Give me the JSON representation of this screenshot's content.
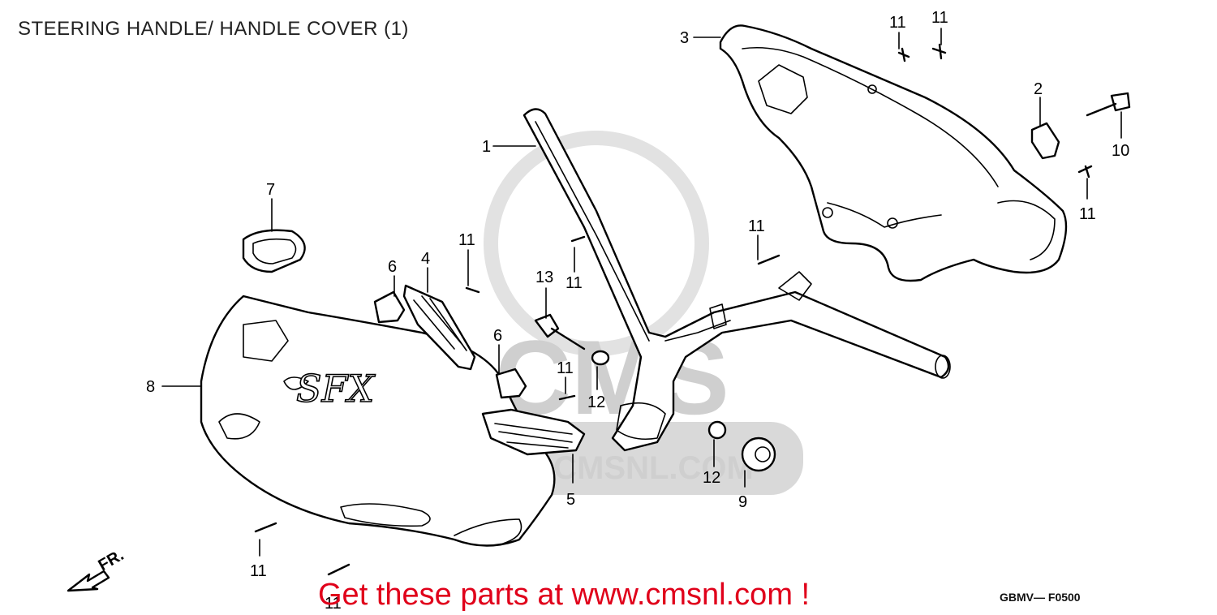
{
  "title": "STEERING HANDLE/ HANDLE COVER (1)",
  "cta": "Get these parts at www.cmsnl.com !",
  "diagram_code": "GBMV— F0500",
  "direction_label": "FR.",
  "logo_text": "SFX",
  "watermark": "CMS",
  "watermark_url": "WWW.CMSNL.COM",
  "labels": {
    "l1": "1",
    "l2": "2",
    "l3": "3",
    "l4": "4",
    "l5": "5",
    "l6a": "6",
    "l6b": "6",
    "l7": "7",
    "l8": "8",
    "l9": "9",
    "l10": "10",
    "l11a": "11",
    "l11b": "11",
    "l11c": "11",
    "l11d": "11",
    "l11e": "11",
    "l11f": "11",
    "l11g": "11",
    "l11h": "11",
    "l11i": "11",
    "l12a": "12",
    "l12b": "12",
    "l13": "13"
  }
}
